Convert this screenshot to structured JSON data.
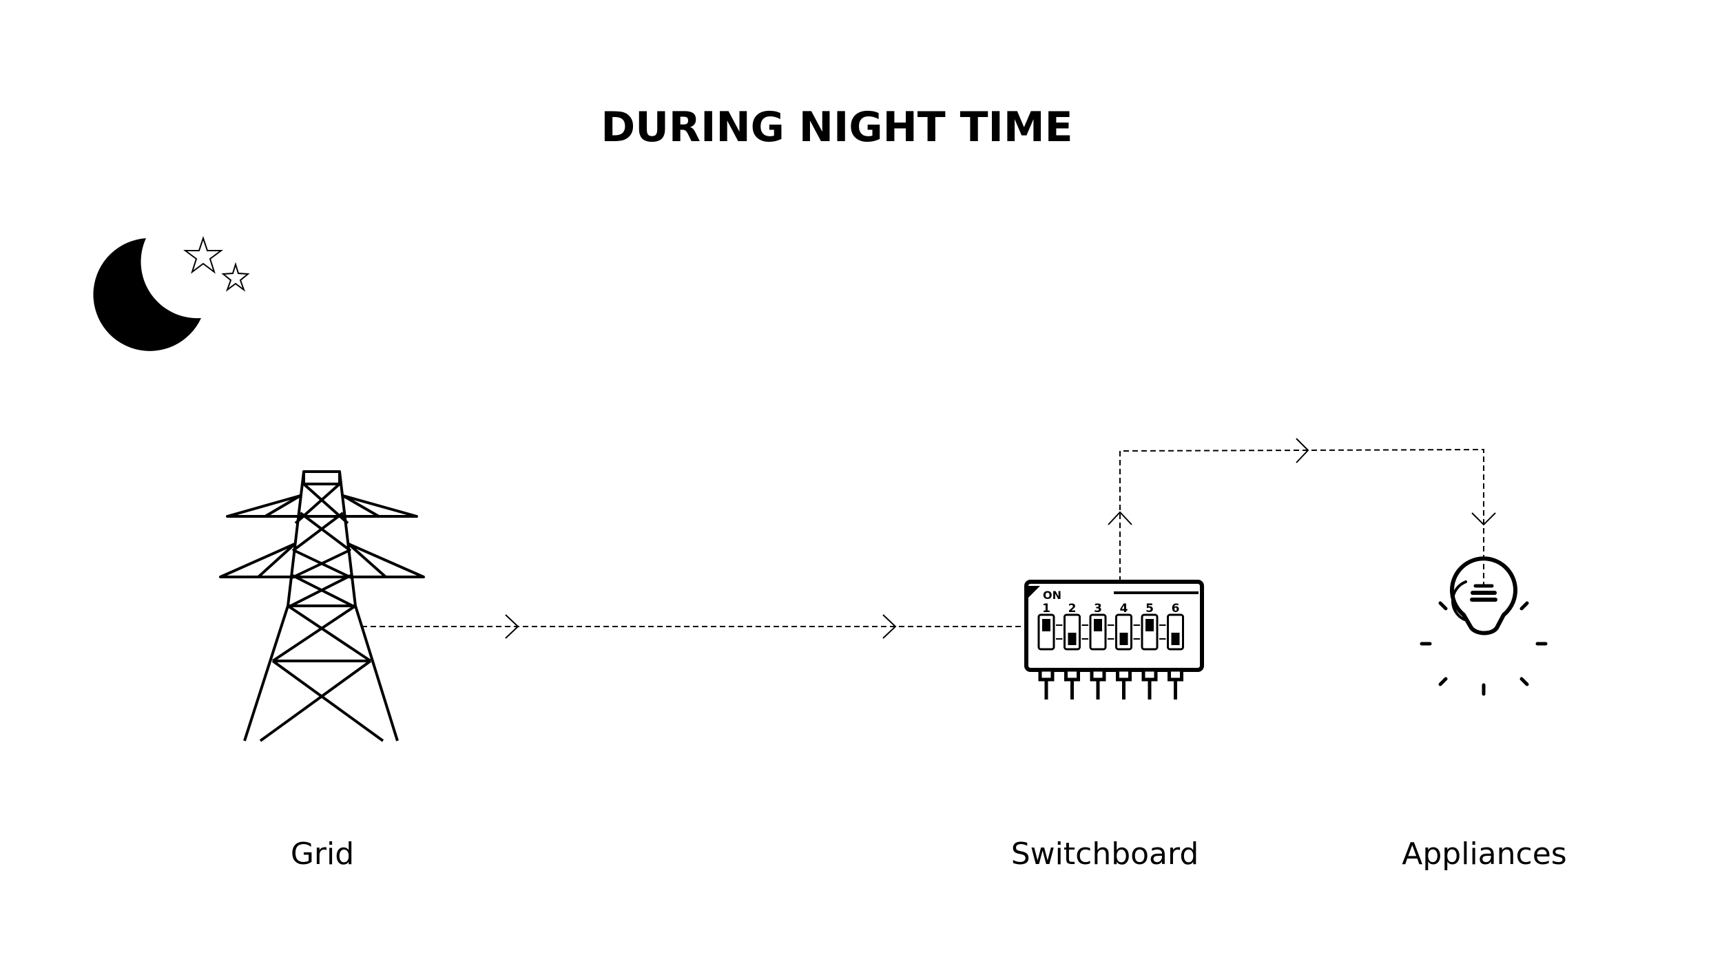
{
  "title": "DURING NIGHT TIME",
  "nodes": {
    "grid": {
      "label": "Grid",
      "icon": "transmission-tower-icon"
    },
    "switchboard": {
      "label": "Switchboard",
      "icon": "dip-switch-icon",
      "on_label": "ON",
      "switch_numbers": [
        "1",
        "2",
        "3",
        "4",
        "5",
        "6"
      ]
    },
    "appliances": {
      "label": "Appliances",
      "icon": "light-bulb-icon"
    }
  },
  "sky": {
    "icons": [
      "moon-icon",
      "star-icon",
      "star-icon"
    ]
  },
  "flow": [
    {
      "from": "Grid",
      "to": "Switchboard"
    },
    {
      "from": "Switchboard",
      "to": "Appliances"
    }
  ],
  "colors": {
    "ink": "#000000",
    "background": "#ffffff"
  }
}
